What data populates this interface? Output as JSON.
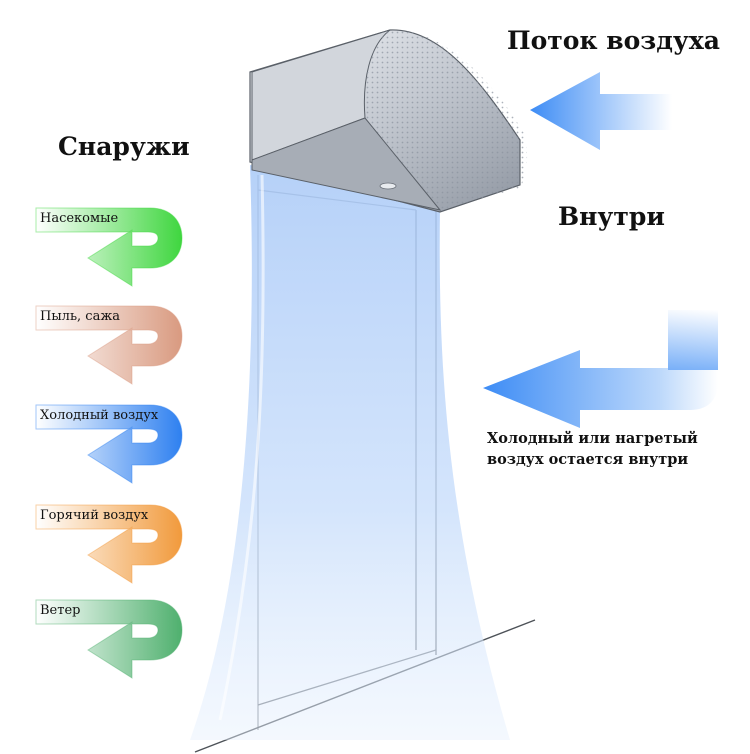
{
  "headings": {
    "outside": "Снаружи",
    "inside": "Внутри",
    "airflow": "Поток воздуха"
  },
  "note": {
    "line1": "Холодный или нагретый",
    "line2": "воздух остается внутри"
  },
  "outside_items": [
    {
      "label": "Насекомые",
      "color": "#3fd63f"
    },
    {
      "label": "Пыль, сажа",
      "color": "#d99a80"
    },
    {
      "label": "Холодный воздух",
      "color": "#2e80f0"
    },
    {
      "label": "Горячий воздух",
      "color": "#f19a3c"
    },
    {
      "label": "Ветер",
      "color": "#4fb06e"
    }
  ],
  "colors": {
    "air_curtain_blue": "#bcd7fb",
    "arrow_blue": "#3d8cf5",
    "unit_silver": "#c9ced6"
  }
}
